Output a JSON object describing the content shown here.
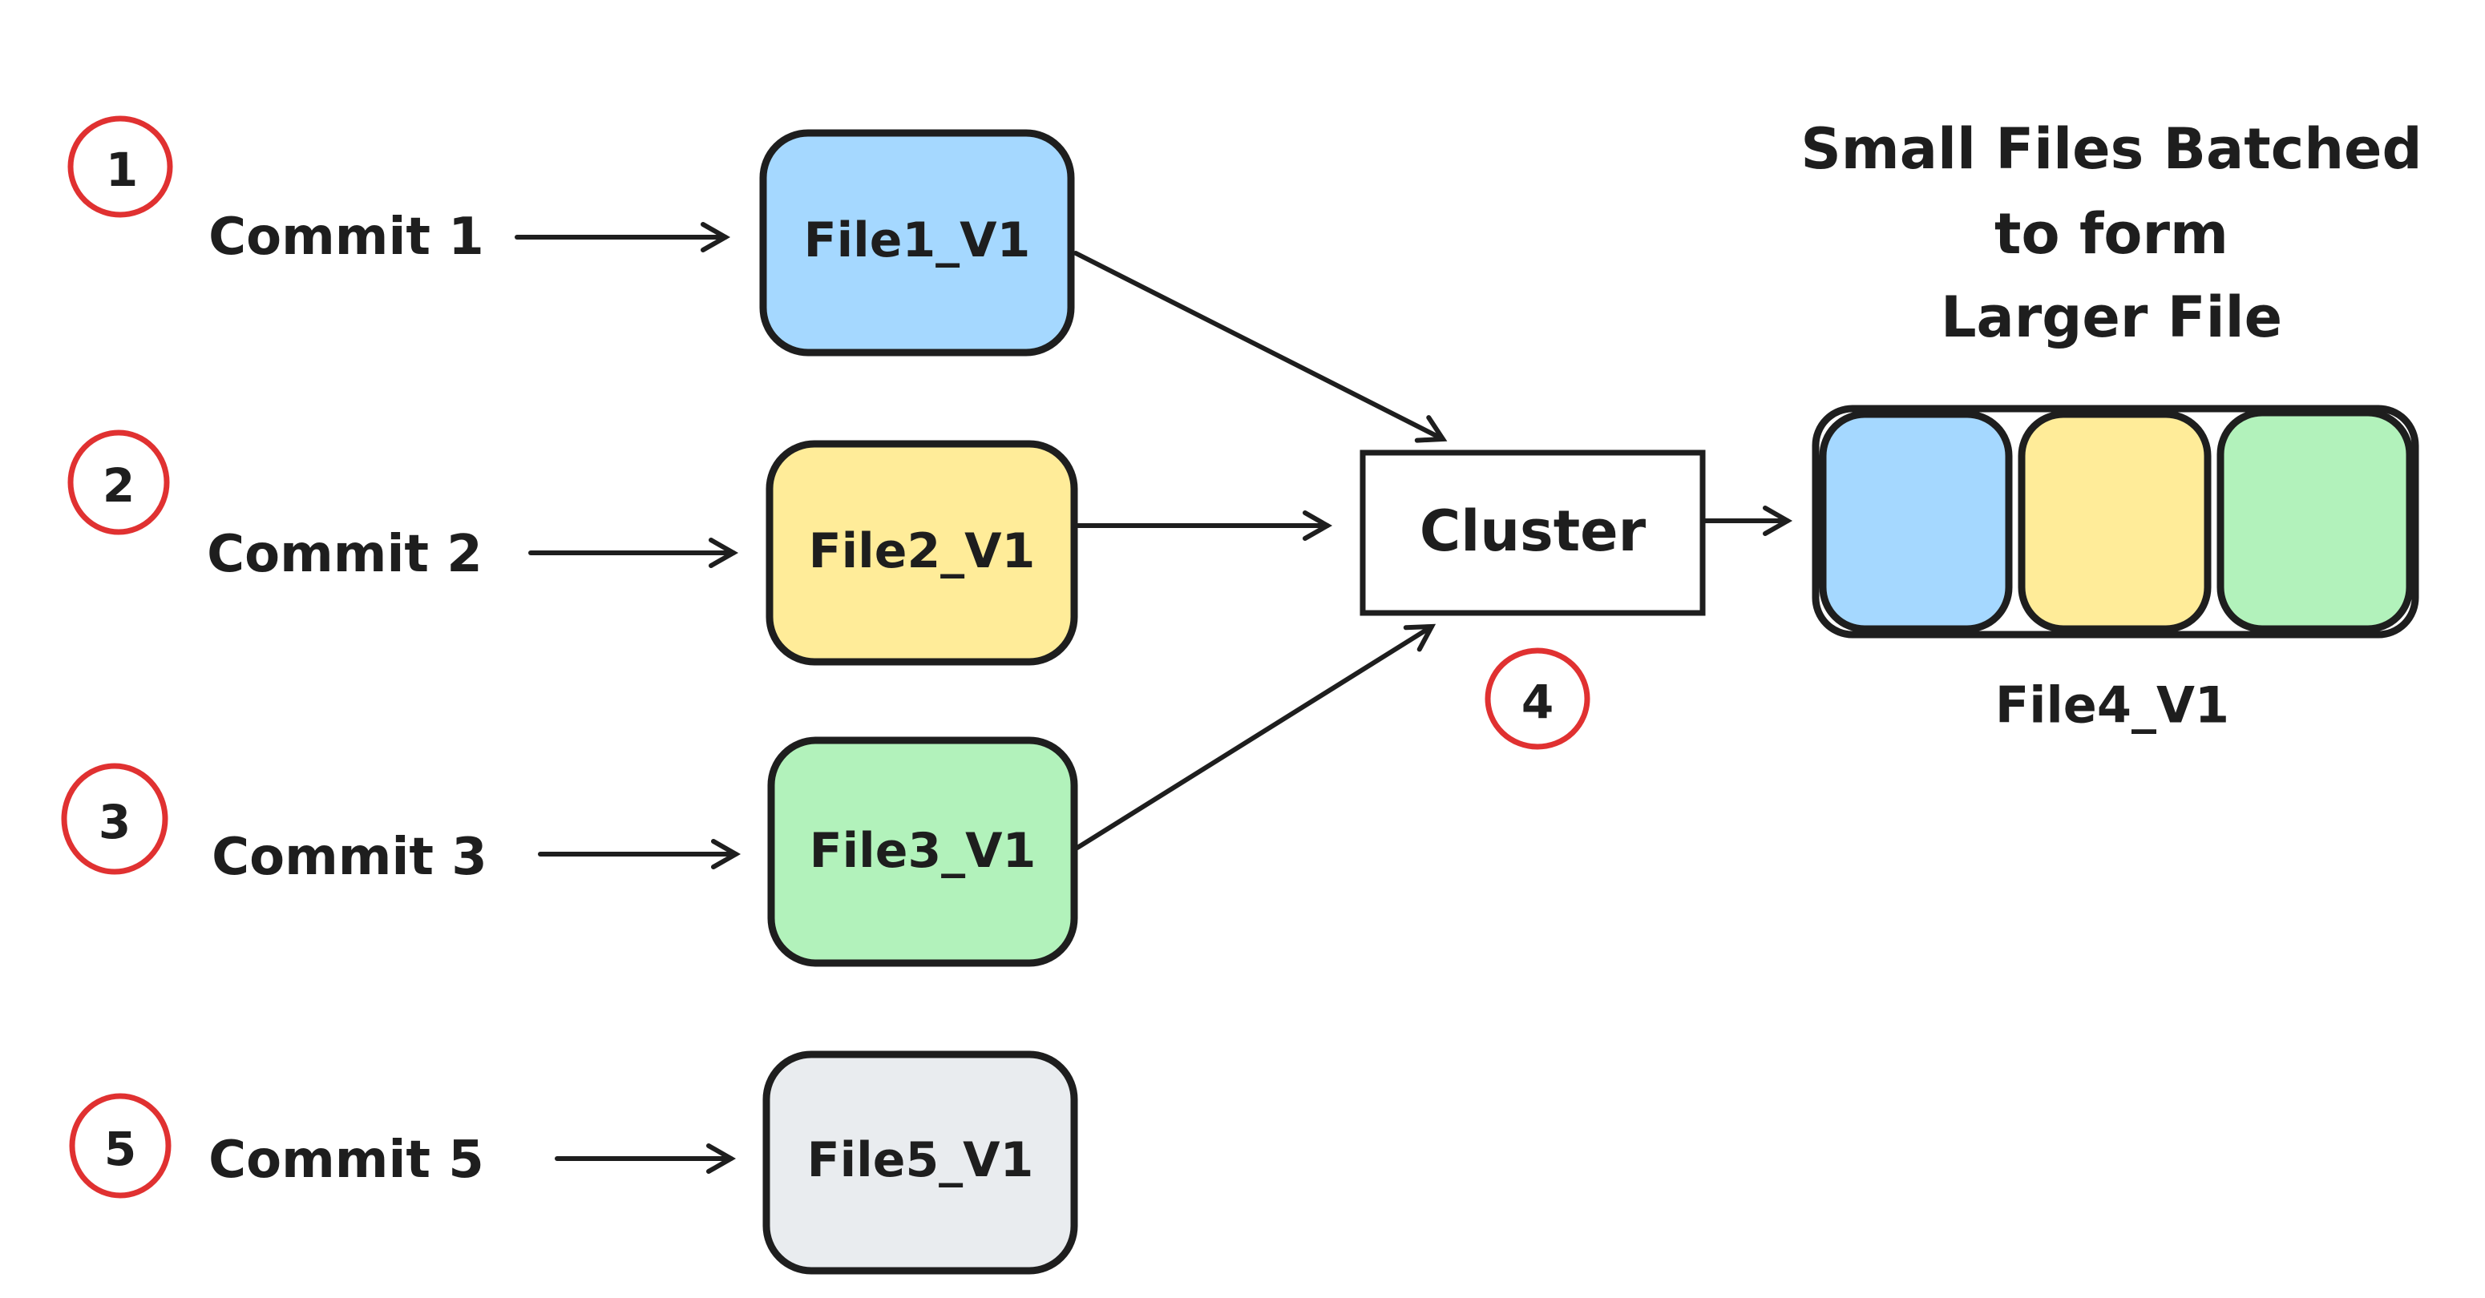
{
  "colors": {
    "ink": "#1e1e1e",
    "red": "#e03131",
    "blue": "#a5d8ff",
    "yellow": "#ffec99",
    "green": "#b2f2bb",
    "gray": "#e9ecef",
    "white": "#ffffff",
    "background": "#ffffff"
  },
  "title": {
    "line1": "Small Files Batched",
    "line2": "to form",
    "line3": "Larger File"
  },
  "rows": [
    {
      "badge": "1",
      "label": "Commit 1",
      "file": "File1_V1",
      "fill_name": "blue"
    },
    {
      "badge": "2",
      "label": "Commit 2",
      "file": "File2_V1",
      "fill_name": "yellow"
    },
    {
      "badge": "3",
      "label": "Commit 3",
      "file": "File3_V1",
      "fill_name": "green"
    },
    {
      "badge": "5",
      "label": "Commit 5",
      "file": "File5_V1",
      "fill_name": "gray"
    }
  ],
  "cluster": {
    "label": "Cluster",
    "badge": "4"
  },
  "batched_file": {
    "label": "File4_V1",
    "segments": [
      "blue",
      "yellow",
      "green"
    ]
  }
}
